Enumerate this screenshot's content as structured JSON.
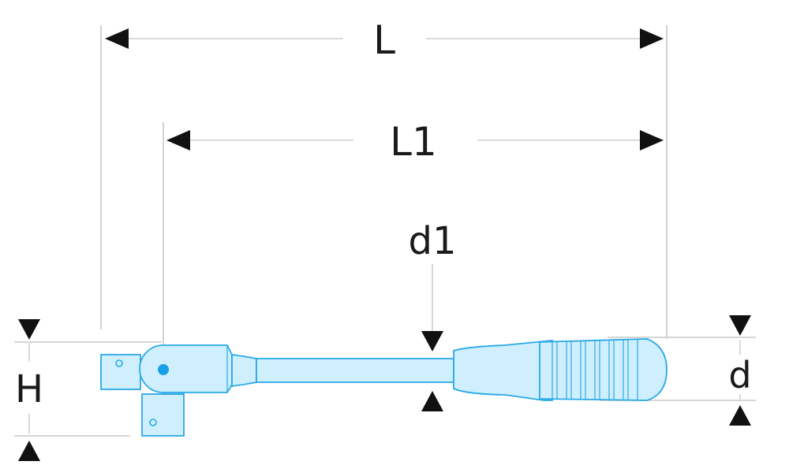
{
  "diagram": {
    "labels": {
      "overall_length": "L",
      "handle_length": "L1",
      "shaft_diameter": "d1",
      "height": "H",
      "grip_diameter": "d"
    },
    "colors": {
      "tool_outline": "#29a9e6",
      "tool_fill": "#cfefff",
      "arrow": "#111111",
      "dimension_line": "#d4d4d4",
      "pivot_dot": "#1aa0e8"
    }
  }
}
